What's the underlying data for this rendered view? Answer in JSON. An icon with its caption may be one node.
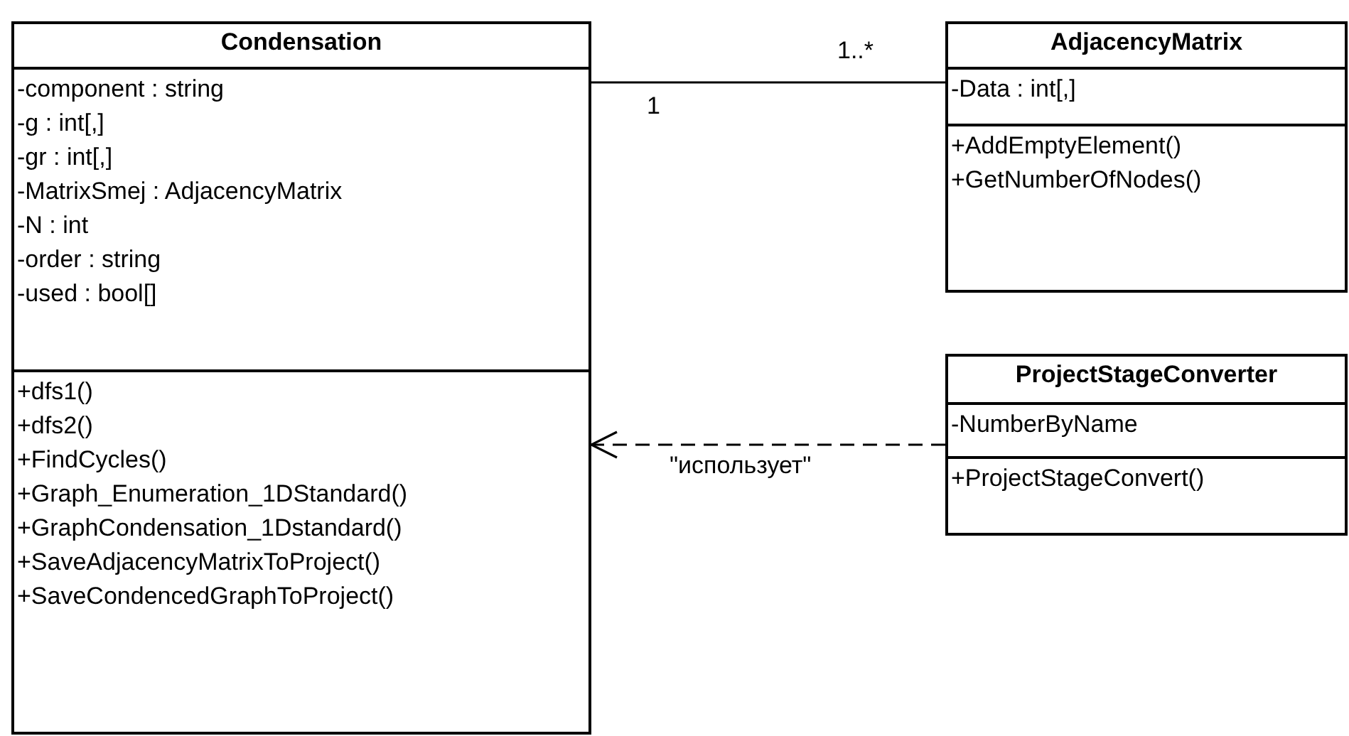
{
  "diagram": {
    "nodes": [
      {
        "text": [
          "Condensation"
        ]
      },
      {
        "text": [
          "-component : string",
          "-g : int[,]",
          "-gr : int[,]",
          "-MatrixSmej : AdjacencyMatrix",
          "-N : int",
          "-order : string",
          "-used : bool[]"
        ],
        "in": 0
      },
      {
        "text": [
          "+dfs1()",
          "+dfs2()",
          "+FindCycles()",
          "+Graph_Enumeration_1DStandard()",
          "+GraphCondensation_1Dstandard()",
          "+SaveAdjacencyMatrixToProject()",
          "+SaveCondencedGraphToProject()"
        ],
        "in": 0
      },
      {
        "text": [
          "AdjacencyMatrix"
        ]
      },
      {
        "text": [
          "-Data : int[,]"
        ],
        "in": 3
      },
      {
        "text": [
          "+AddEmptyElement()",
          "+GetNumberOfNodes()"
        ],
        "in": 3
      },
      {
        "text": [
          "ProjectStageConverter"
        ]
      },
      {
        "text": [
          "-NumberByName"
        ],
        "in": 6
      },
      {
        "text": [
          "+ProjectStageConvert()"
        ],
        "in": 6
      }
    ],
    "edges": [
      {
        "from": 0,
        "to": 3,
        "arrow": "none"
      },
      {
        "from": 6,
        "to": 0,
        "arrow": "to",
        "style": "dashed",
        "label": "\"использует\""
      }
    ],
    "labels": [
      "1..*",
      "1"
    ]
  }
}
